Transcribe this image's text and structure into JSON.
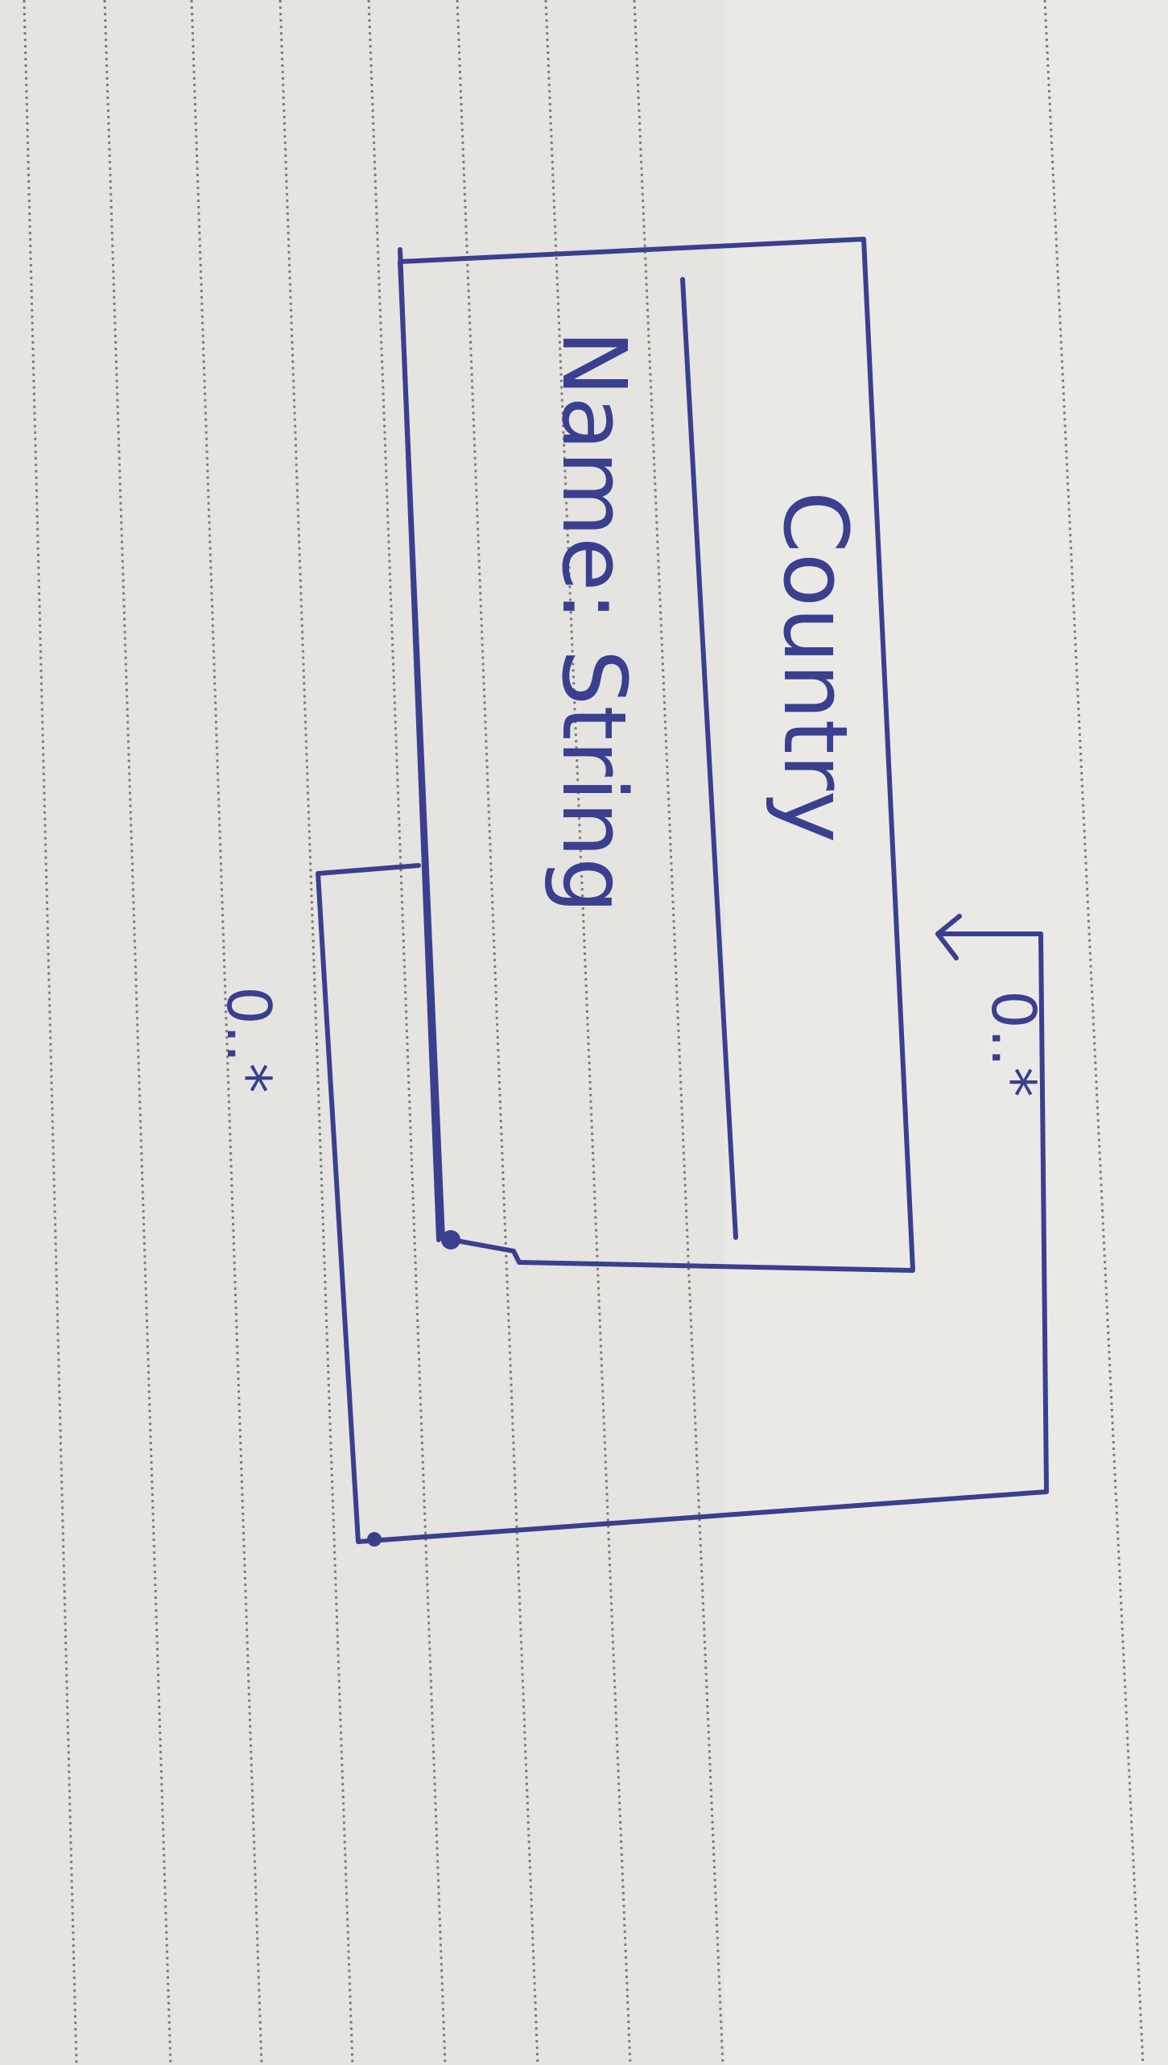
{
  "diagram": {
    "type": "uml-class-self-association",
    "class": {
      "name": "Country",
      "attributes": [
        "Name: String"
      ]
    },
    "self_association": {
      "multiplicity_end_a": "0..*",
      "multiplicity_end_b": "0..*"
    }
  },
  "style": {
    "paper_color": "#e6e4e1",
    "ink_color": "#3a3f8f",
    "rule_line_color": "#7b7b7b"
  }
}
